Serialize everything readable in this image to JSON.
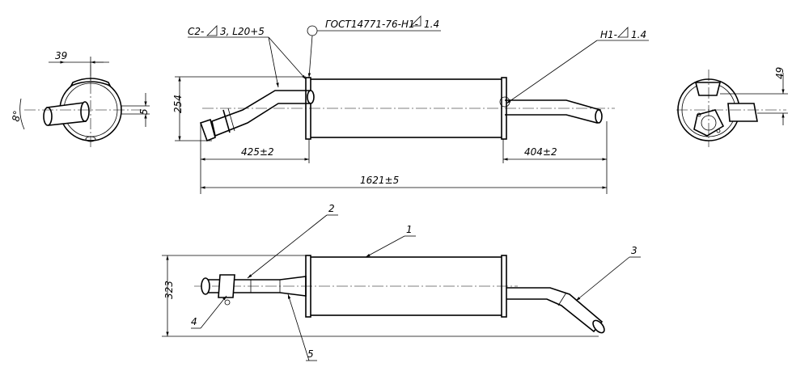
{
  "dimensions": {
    "overall_length": "1621±5",
    "inlet_length": "425±2",
    "outlet_length": "404±2",
    "top_height": "254",
    "bottom_height": "323",
    "left_width": "39",
    "left_angle": "8°",
    "left_offset": "5",
    "right_offset": "49"
  },
  "annotations": {
    "weld_left": "C2-",
    "weld_left_suffix": "3, L20+5",
    "gost": "ГОСТ14771-76-Н1-",
    "gost_suffix": "1.4",
    "weld_right": "Н1-",
    "weld_right_suffix": "1.4"
  },
  "callouts": {
    "part1": "1",
    "part2": "2",
    "part3": "3",
    "part4": "4",
    "part5": "5"
  }
}
